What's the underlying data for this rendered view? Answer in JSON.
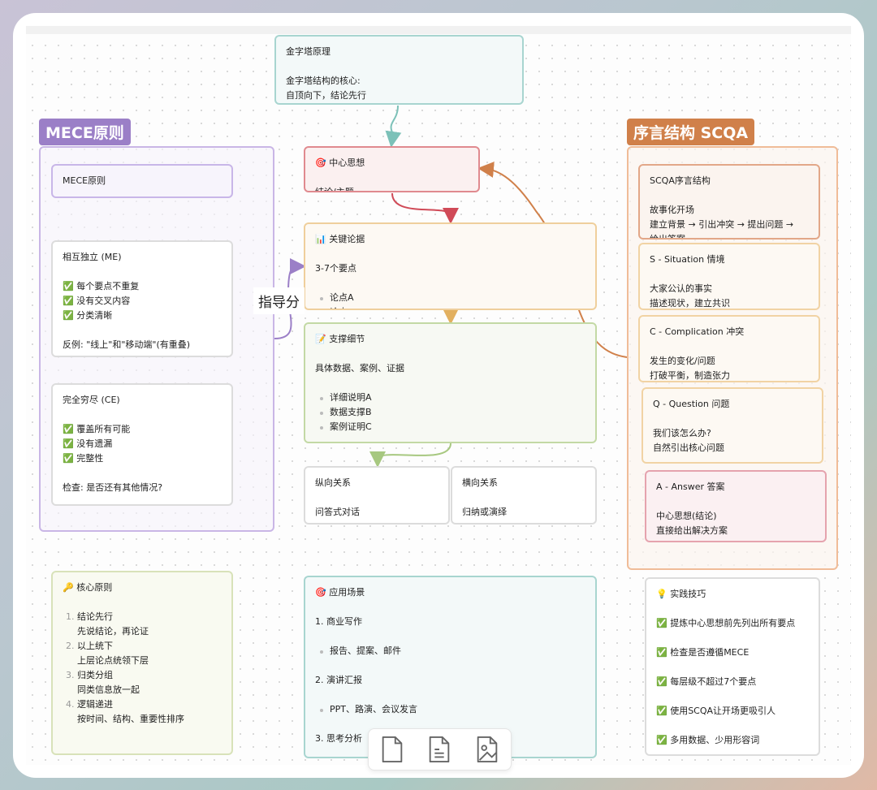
{
  "groups": {
    "mece": {
      "label": "MECE原则",
      "color": "#9b7fc7"
    },
    "scqa": {
      "label": "序言结构 SCQA",
      "color": "#d0804a"
    }
  },
  "edge_label": "指导分",
  "cards": [
    {
      "id": "pyramid",
      "lines": [
        {
          "t": "金字塔原理"
        },
        {
          "t": ""
        },
        {
          "t": "金字塔结构的核心:"
        },
        {
          "t": "自顶向下，结论先行"
        }
      ],
      "border": "#a8d5d0",
      "bg": "#f3f9f9"
    },
    {
      "id": "mece-title",
      "lines": [
        {
          "t": "MECE原则"
        }
      ],
      "border": "#c8b6e8",
      "bg": "#f7f4fc"
    },
    {
      "id": "me",
      "lines": [
        {
          "t": "相互独立 (ME)"
        },
        {
          "t": ""
        },
        {
          "t": "✅ 每个要点不重复"
        },
        {
          "t": "✅ 没有交叉内容"
        },
        {
          "t": "✅ 分类清晰"
        },
        {
          "t": ""
        },
        {
          "t": "反例: \"线上\"和\"移动端\"(有重叠)"
        }
      ],
      "border": "#dcdcdc",
      "bg": "#ffffff"
    },
    {
      "id": "ce",
      "lines": [
        {
          "t": "完全穷尽 (CE)"
        },
        {
          "t": ""
        },
        {
          "t": "✅ 覆盖所有可能"
        },
        {
          "t": "✅ 没有遗漏"
        },
        {
          "t": "✅ 完整性"
        },
        {
          "t": ""
        },
        {
          "t": "检查: 是否还有其他情况?"
        }
      ],
      "border": "#dcdcdc",
      "bg": "#ffffff"
    },
    {
      "id": "center",
      "lines": [
        {
          "t": "🎯 中心思想"
        },
        {
          "t": ""
        },
        {
          "t": "结论/主题"
        }
      ],
      "border": "#e08a8f",
      "bg": "#fbf0f0"
    },
    {
      "id": "key",
      "lines": [
        {
          "t": "📊 关键论据"
        },
        {
          "t": ""
        },
        {
          "t": "3-7个要点"
        },
        {
          "t": ""
        },
        {
          "t": "论点A",
          "b": 1
        },
        {
          "t": "论点B",
          "b": 1
        }
      ],
      "border": "#efcf9c",
      "bg": "#fdf9f3"
    },
    {
      "id": "support",
      "lines": [
        {
          "t": "📝 支撑细节"
        },
        {
          "t": ""
        },
        {
          "t": "具体数据、案例、证据"
        },
        {
          "t": ""
        },
        {
          "t": "详细说明A",
          "b": 1
        },
        {
          "t": "数据支撑B",
          "b": 1
        },
        {
          "t": "案例证明C",
          "b": 1
        }
      ],
      "border": "#c3d9a5",
      "bg": "#f7f9f3"
    },
    {
      "id": "vertical",
      "lines": [
        {
          "t": "纵向关系"
        },
        {
          "t": ""
        },
        {
          "t": "问答式对话"
        }
      ],
      "border": "#dcdcdc",
      "bg": "#ffffff"
    },
    {
      "id": "horizontal",
      "lines": [
        {
          "t": "横向关系"
        },
        {
          "t": ""
        },
        {
          "t": "归纳或演绎"
        }
      ],
      "border": "#dcdcdc",
      "bg": "#ffffff"
    },
    {
      "id": "scqa-title",
      "lines": [
        {
          "t": "SCQA序言结构"
        },
        {
          "t": ""
        },
        {
          "t": "故事化开场"
        },
        {
          "t": "建立背景 → 引出冲突 → 提出问题 →"
        },
        {
          "t": "给出答案"
        }
      ],
      "border": "#e2a788",
      "bg": "#fbf4ef"
    },
    {
      "id": "situation",
      "lines": [
        {
          "t": "S - Situation 情境"
        },
        {
          "t": ""
        },
        {
          "t": "大家公认的事实"
        },
        {
          "t": "描述现状，建立共识"
        }
      ],
      "border": "#f1d3a4",
      "bg": "#fdf9f3"
    },
    {
      "id": "complication",
      "lines": [
        {
          "t": "C - Complication 冲突"
        },
        {
          "t": ""
        },
        {
          "t": "发生的变化/问题"
        },
        {
          "t": "打破平衡，制造张力"
        }
      ],
      "border": "#f1d3a4",
      "bg": "#fdf9f3"
    },
    {
      "id": "question",
      "lines": [
        {
          "t": "Q - Question 问题"
        },
        {
          "t": ""
        },
        {
          "t": "我们该怎么办?"
        },
        {
          "t": "自然引出核心问题"
        }
      ],
      "border": "#f1d3a4",
      "bg": "#fdf9f3"
    },
    {
      "id": "answer",
      "lines": [
        {
          "t": "A - Answer 答案"
        },
        {
          "t": ""
        },
        {
          "t": "中心思想(结论)"
        },
        {
          "t": "直接给出解决方案"
        }
      ],
      "border": "#e5a3ae",
      "bg": "#fbf0f2"
    },
    {
      "id": "core",
      "lines": [
        {
          "t": "🔑 核心原则"
        },
        {
          "t": ""
        },
        {
          "t": "结论先行",
          "n": "1."
        },
        {
          "t": "先说结论，再论证",
          "n": ""
        },
        {
          "t": "以上统下",
          "n": "2."
        },
        {
          "t": "上层论点统领下层",
          "n": ""
        },
        {
          "t": "归类分组",
          "n": "3."
        },
        {
          "t": "同类信息放一起",
          "n": ""
        },
        {
          "t": "逻辑递进",
          "n": "4."
        },
        {
          "t": "按时间、结构、重要性排序",
          "n": ""
        }
      ],
      "border": "#d8e2b9",
      "bg": "#f9faf1"
    },
    {
      "id": "scenarios",
      "lines": [
        {
          "t": "🎯 应用场景"
        },
        {
          "t": ""
        },
        {
          "t": "1. 商业写作"
        },
        {
          "t": ""
        },
        {
          "t": "报告、提案、邮件",
          "b": 1
        },
        {
          "t": ""
        },
        {
          "t": "2. 演讲汇报"
        },
        {
          "t": ""
        },
        {
          "t": "PPT、路演、会议发言",
          "b": 1
        },
        {
          "t": ""
        },
        {
          "t": "3. 思考分析"
        }
      ],
      "border": "#a8d5d0",
      "bg": "#f3f9f9"
    },
    {
      "id": "tips",
      "lines": [
        {
          "t": "💡 实践技巧"
        },
        {
          "t": ""
        },
        {
          "t": "✅ 提炼中心思想前先列出所有要点"
        },
        {
          "t": ""
        },
        {
          "t": "✅ 检查是否遵循MECE"
        },
        {
          "t": ""
        },
        {
          "t": "✅ 每层级不超过7个要点"
        },
        {
          "t": ""
        },
        {
          "t": "✅ 使用SCQA让开场更吸引人"
        },
        {
          "t": ""
        },
        {
          "t": "✅ 多用数据、少用形容词"
        }
      ],
      "border": "#dcdcdc",
      "bg": "#ffffff"
    }
  ],
  "toolbar": [
    {
      "icon": "blank-page-icon"
    },
    {
      "icon": "text-document-icon"
    },
    {
      "icon": "image-document-icon"
    }
  ]
}
